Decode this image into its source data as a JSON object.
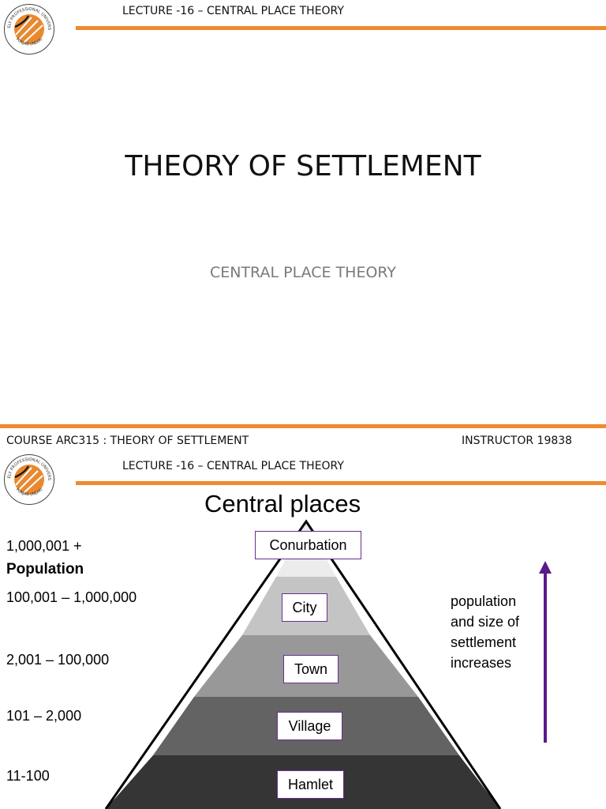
{
  "slide1": {
    "header": "LECTURE -16 – CENTRAL PLACE THEORY",
    "title": "THEORY OF SETTLEMENT",
    "subtitle": "CENTRAL PLACE THEORY",
    "footer_left": "COURSE ARC315 : THEORY OF SETTLEMENT",
    "footer_right": "INSTRUCTOR 19838"
  },
  "slide2": {
    "header": "LECTURE -16 – CENTRAL PLACE THEORY",
    "title": "Central places",
    "population_heading": "Population",
    "levels": [
      {
        "name": "Conurbation",
        "population": "1,000,001 +"
      },
      {
        "name": "City",
        "population": "100,001 – 1,000,000"
      },
      {
        "name": "Town",
        "population": "2,001 – 100,000"
      },
      {
        "name": "Village",
        "population": "101 – 2,000"
      },
      {
        "name": "Hamlet",
        "population": "11-100"
      }
    ],
    "note_lines": [
      "population",
      "and size of",
      "settlement",
      "increases"
    ]
  },
  "logo_text": {
    "top": "LOVELY PROFESSIONAL UNIVERSITY",
    "bottom": "PUNJAB (INDIA)"
  },
  "colors": {
    "accent_orange": "#ef8a2e",
    "arrow_purple": "#5b1a8c",
    "box_border": "#6a2e8c"
  }
}
